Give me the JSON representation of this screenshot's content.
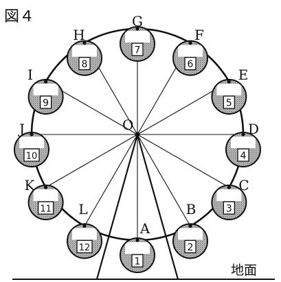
{
  "figure": {
    "title": "図４",
    "center_label": "O",
    "ground_label": "地面"
  },
  "points": [
    {
      "name": "A",
      "car": "1"
    },
    {
      "name": "B",
      "car": "2"
    },
    {
      "name": "C",
      "car": "3"
    },
    {
      "name": "D",
      "car": "4"
    },
    {
      "name": "E",
      "car": "5"
    },
    {
      "name": "F",
      "car": "6"
    },
    {
      "name": "G",
      "car": "7"
    },
    {
      "name": "H",
      "car": "8"
    },
    {
      "name": "I",
      "car": "9"
    },
    {
      "name": "J",
      "car": "10"
    },
    {
      "name": "K",
      "car": "11"
    },
    {
      "name": "L",
      "car": "12"
    }
  ],
  "colors": {
    "ink": "#111111",
    "shading": "#a8a8a8",
    "background": "#ffffff"
  }
}
